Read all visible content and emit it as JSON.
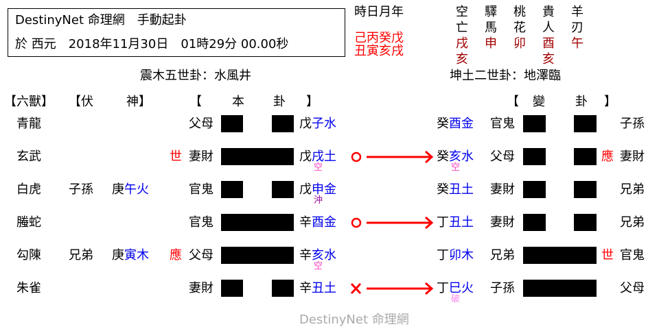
{
  "header": {
    "line1": "DestinyNet 命理網　手動起卦",
    "line2": "於 西元　2018年11月30日　01時29分 00.00秒"
  },
  "pillars": {
    "label": "時日月年",
    "stems": "己丙癸戊",
    "branches": "丑寅亥戌"
  },
  "shensha": [
    {
      "name1": "空",
      "name2": "亡",
      "values": [
        "戌",
        "亥"
      ]
    },
    {
      "name1": "驛",
      "name2": "馬",
      "values": [
        "申"
      ]
    },
    {
      "name1": "桃",
      "name2": "花",
      "values": [
        "卯"
      ]
    },
    {
      "name1": "貴",
      "name2": "人",
      "values": [
        "酉",
        "亥"
      ]
    },
    {
      "name1": "羊",
      "name2": "刃",
      "values": [
        "午"
      ]
    }
  ],
  "hexagrams": {
    "main_title": "震木五世卦：水風井",
    "changed_title": "坤土二世卦：地澤臨"
  },
  "columns": {
    "beasts": "【六獸】",
    "hidden_open": "【伏",
    "hidden_close": "神】",
    "main_open": "【",
    "main_mid": "本",
    "main_end": "卦",
    "main_close": "】",
    "changed_open": "【",
    "changed_mid": "變",
    "changed_end": "卦",
    "changed_close": "】"
  },
  "rows": [
    {
      "beast": "青龍",
      "hidden_rel": "",
      "hidden_stem": "",
      "hidden_branch": "",
      "marker": "",
      "relation": "父母",
      "yin": true,
      "stem": "戊",
      "branch": "子水",
      "note": "",
      "move": "",
      "c_stem": "癸",
      "c_branch": "酉金",
      "c_note": "",
      "c_rel": "官鬼",
      "c_yin": true,
      "c_marker": "",
      "c_right": "子孫"
    },
    {
      "beast": "玄武",
      "hidden_rel": "",
      "hidden_stem": "",
      "hidden_branch": "",
      "marker": "世",
      "relation": "妻財",
      "yin": false,
      "stem": "戊",
      "branch": "戌土",
      "note": "空",
      "move": "○",
      "c_stem": "癸",
      "c_branch": "亥水",
      "c_note": "空",
      "c_rel": "父母",
      "c_yin": true,
      "c_marker": "應",
      "c_right": "妻財"
    },
    {
      "beast": "白虎",
      "hidden_rel": "子孫",
      "hidden_stem": "庚",
      "hidden_branch": "午火",
      "marker": "",
      "relation": "官鬼",
      "yin": true,
      "stem": "戊",
      "branch": "申金",
      "note": "沖",
      "move": "",
      "c_stem": "癸",
      "c_branch": "丑土",
      "c_note": "",
      "c_rel": "妻財",
      "c_yin": true,
      "c_marker": "",
      "c_right": "兄弟"
    },
    {
      "beast": "螣蛇",
      "hidden_rel": "",
      "hidden_stem": "",
      "hidden_branch": "",
      "marker": "",
      "relation": "官鬼",
      "yin": false,
      "stem": "辛",
      "branch": "酉金",
      "note": "",
      "move": "○",
      "c_stem": "丁",
      "c_branch": "丑土",
      "c_note": "",
      "c_rel": "妻財",
      "c_yin": true,
      "c_marker": "",
      "c_right": "兄弟"
    },
    {
      "beast": "勾陳",
      "hidden_rel": "兄弟",
      "hidden_stem": "庚",
      "hidden_branch": "寅木",
      "marker": "應",
      "relation": "父母",
      "yin": false,
      "stem": "辛",
      "branch": "亥水",
      "note": "空",
      "move": "",
      "c_stem": "丁",
      "c_branch": "卯木",
      "c_note": "",
      "c_rel": "兄弟",
      "c_yin": false,
      "c_marker": "世",
      "c_right": "官鬼"
    },
    {
      "beast": "朱雀",
      "hidden_rel": "",
      "hidden_stem": "",
      "hidden_branch": "",
      "marker": "",
      "relation": "妻財",
      "yin": true,
      "stem": "辛",
      "branch": "丑土",
      "note": "",
      "move": "✕",
      "c_stem": "丁",
      "c_branch": "巳火",
      "c_note": "破",
      "c_rel": "子孫",
      "c_yin": false,
      "c_marker": "",
      "c_right": "父母"
    }
  ],
  "footer": "DestinyNet 命理網",
  "colors": {
    "red": "#ff0000",
    "dark_red": "#a00000",
    "blue": "#0000ee",
    "void_pink": "#ff40c0",
    "clash_purple": "#990099",
    "break_pink": "#ff88ee",
    "footer_gray": "#aaaaaa"
  }
}
